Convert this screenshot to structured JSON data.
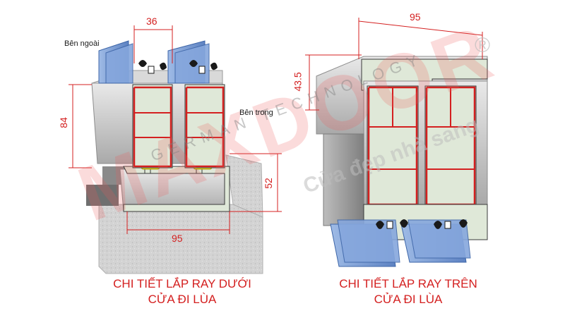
{
  "left_diagram": {
    "label_outside": "Bên ngoài",
    "label_inside": "Bên trong",
    "dim_top": "36",
    "dim_height": "84",
    "dim_rail": "52",
    "dim_bottom": "95",
    "caption_line1": "CHI TIẾT LẮP RAY DƯỚI",
    "caption_line2": "CỬA ĐI LÙA"
  },
  "right_diagram": {
    "dim_top": "95",
    "dim_side": "43.5",
    "caption_line1": "CHI TIẾT LẮP RAY TRÊN",
    "caption_line2": "CỬA ĐI LÙA"
  },
  "watermark": {
    "brand": "MAXDOOR",
    "tagline": "GERMAN TECHNOLOGY",
    "slogan": "Cửa đẹp nhà sang",
    "registered": "®"
  },
  "colors": {
    "dimension": "#d42020",
    "profile_fill": "#dfe8d8",
    "glass": "#7fa3d6",
    "gasket": "#1a1a1a",
    "concrete": "#cfcfcf"
  }
}
